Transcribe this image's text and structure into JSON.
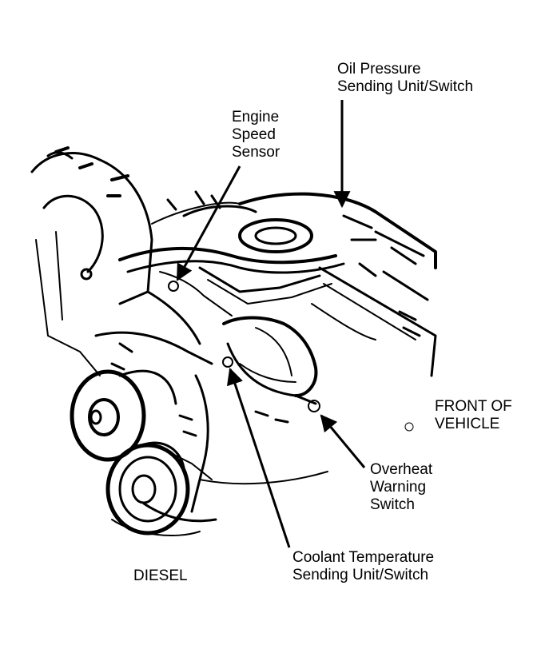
{
  "labels": {
    "oil_pressure": [
      "Oil Pressure",
      "Sending Unit/Switch"
    ],
    "engine_speed": [
      "Engine",
      "Speed",
      "Sensor"
    ],
    "front_of_vehicle": [
      "FRONT OF",
      "VEHICLE"
    ],
    "overheat": [
      "Overheat",
      "Warning",
      "Switch"
    ],
    "coolant": [
      "Coolant Temperature",
      "Sending Unit/Switch"
    ],
    "engine_type": "DIESEL"
  },
  "colors": {
    "ink": "#000000",
    "paper": "#ffffff"
  }
}
